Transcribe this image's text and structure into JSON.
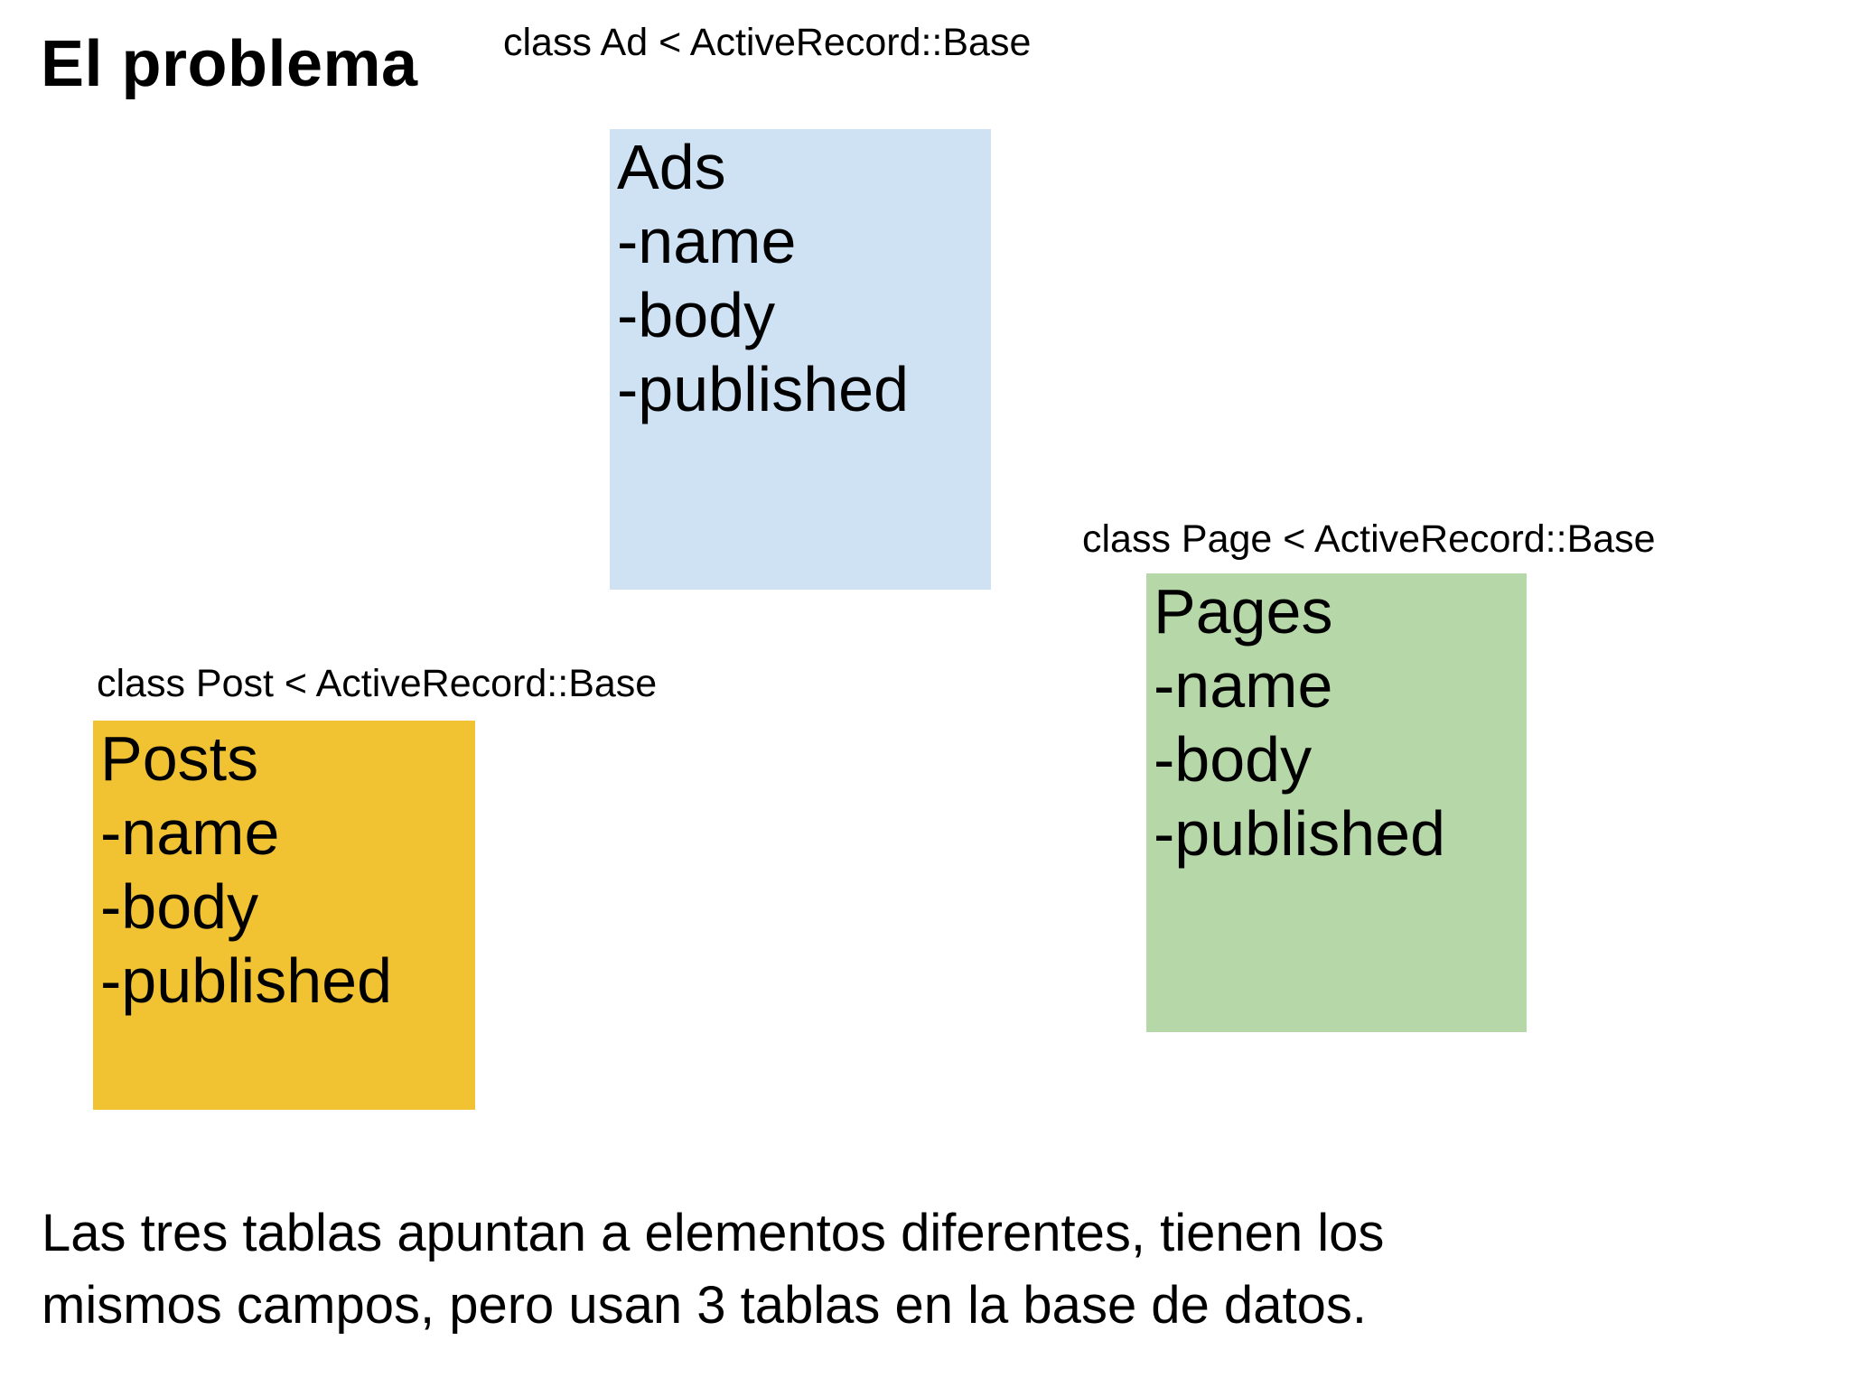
{
  "slide": {
    "title": "El problema",
    "footer_lines": [
      "Las tres tablas apuntan a elementos diferentes, tienen los",
      "mismos campos, pero usan 3 tablas en la base de datos."
    ]
  },
  "tables": [
    {
      "class_label": "class Ad < ActiveRecord::Base",
      "title": "Ads",
      "fields": [
        "-name",
        "-body",
        "-published"
      ],
      "color": "#cfe2f3"
    },
    {
      "class_label": "class Page < ActiveRecord::Base",
      "title": "Pages",
      "fields": [
        "-name",
        "-body",
        "-published"
      ],
      "color": "#b6d7a8"
    },
    {
      "class_label": "class Post < ActiveRecord::Base",
      "title": "Posts",
      "fields": [
        "-name",
        "-body",
        "-published"
      ],
      "color": "#f1c232"
    }
  ],
  "colors": {
    "background": "#ffffff",
    "text": "#000000",
    "ads_box": "#cfe2f3",
    "pages_box": "#b6d7a8",
    "posts_box": "#f1c232"
  }
}
